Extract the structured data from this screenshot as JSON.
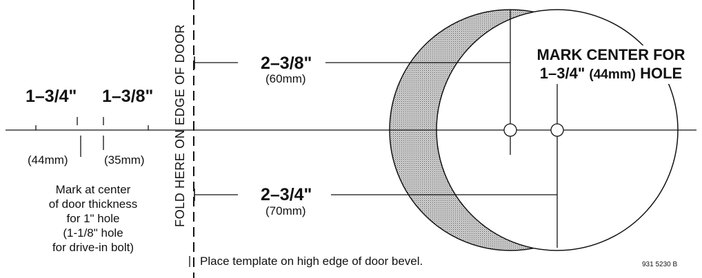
{
  "left": {
    "dim_a": "1–3/4\"",
    "dim_b": "1–3/8\"",
    "mm_a": "(44mm)",
    "mm_b": "(35mm)",
    "note": [
      "Mark at center",
      "of door thickness",
      "for 1\" hole",
      "(1-1/8\" hole",
      "for drive-in bolt)"
    ]
  },
  "fold_label": "FOLD HERE ON EDGE OF DOOR",
  "upper": {
    "dim": "2–3/8\"",
    "mm": "(60mm)"
  },
  "lower": {
    "dim": "2–3/4\"",
    "mm": "(70mm)"
  },
  "heading": {
    "line1": "MARK CENTER FOR",
    "line2_a": "1–3/4\"",
    "line2_mm": "(44mm)",
    "line2_b": "HOLE"
  },
  "footer": {
    "instruction": "Place template on high edge of door bevel.",
    "code": "931 5230 B"
  }
}
